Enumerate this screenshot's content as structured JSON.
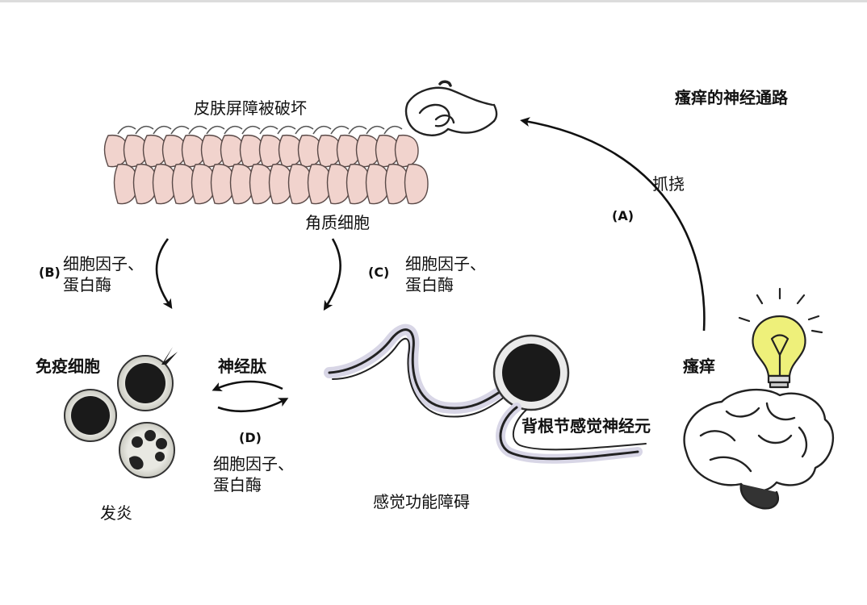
{
  "title": "瘙痒的神经通路",
  "labels": {
    "skin_barrier": "皮肤屏障被破坏",
    "keratinocyte": "角质细胞",
    "scratch": "抓挠",
    "marker_a": "(A)",
    "marker_b": "(B)",
    "marker_c": "(C)",
    "marker_d": "(D)",
    "cytokines_b_line1": "细胞因子、",
    "cytokines_b_line2": "蛋白酶",
    "cytokines_c_line1": "细胞因子、",
    "cytokines_c_line2": "蛋白酶",
    "cytokines_d_line1": "细胞因子、",
    "cytokines_d_line2": "蛋白酶",
    "immune_cells": "免疫细胞",
    "inflammation": "发炎",
    "neuropeptide": "神经肽",
    "itch": "瘙痒",
    "drg_neuron": "背根节感觉神经元",
    "sensory_dysfunction": "感觉功能障碍"
  },
  "icons": {
    "hand": "scratching-hand-icon",
    "bulb": "lightbulb-icon",
    "brain": "brain-icon"
  },
  "colors": {
    "skin_cell_fill": "#f1d3cd",
    "skin_cell_stroke": "#5a4a48",
    "bulb_yellow": "#eef07a",
    "nucleus": "#1a1a1a",
    "text": "#111111"
  }
}
